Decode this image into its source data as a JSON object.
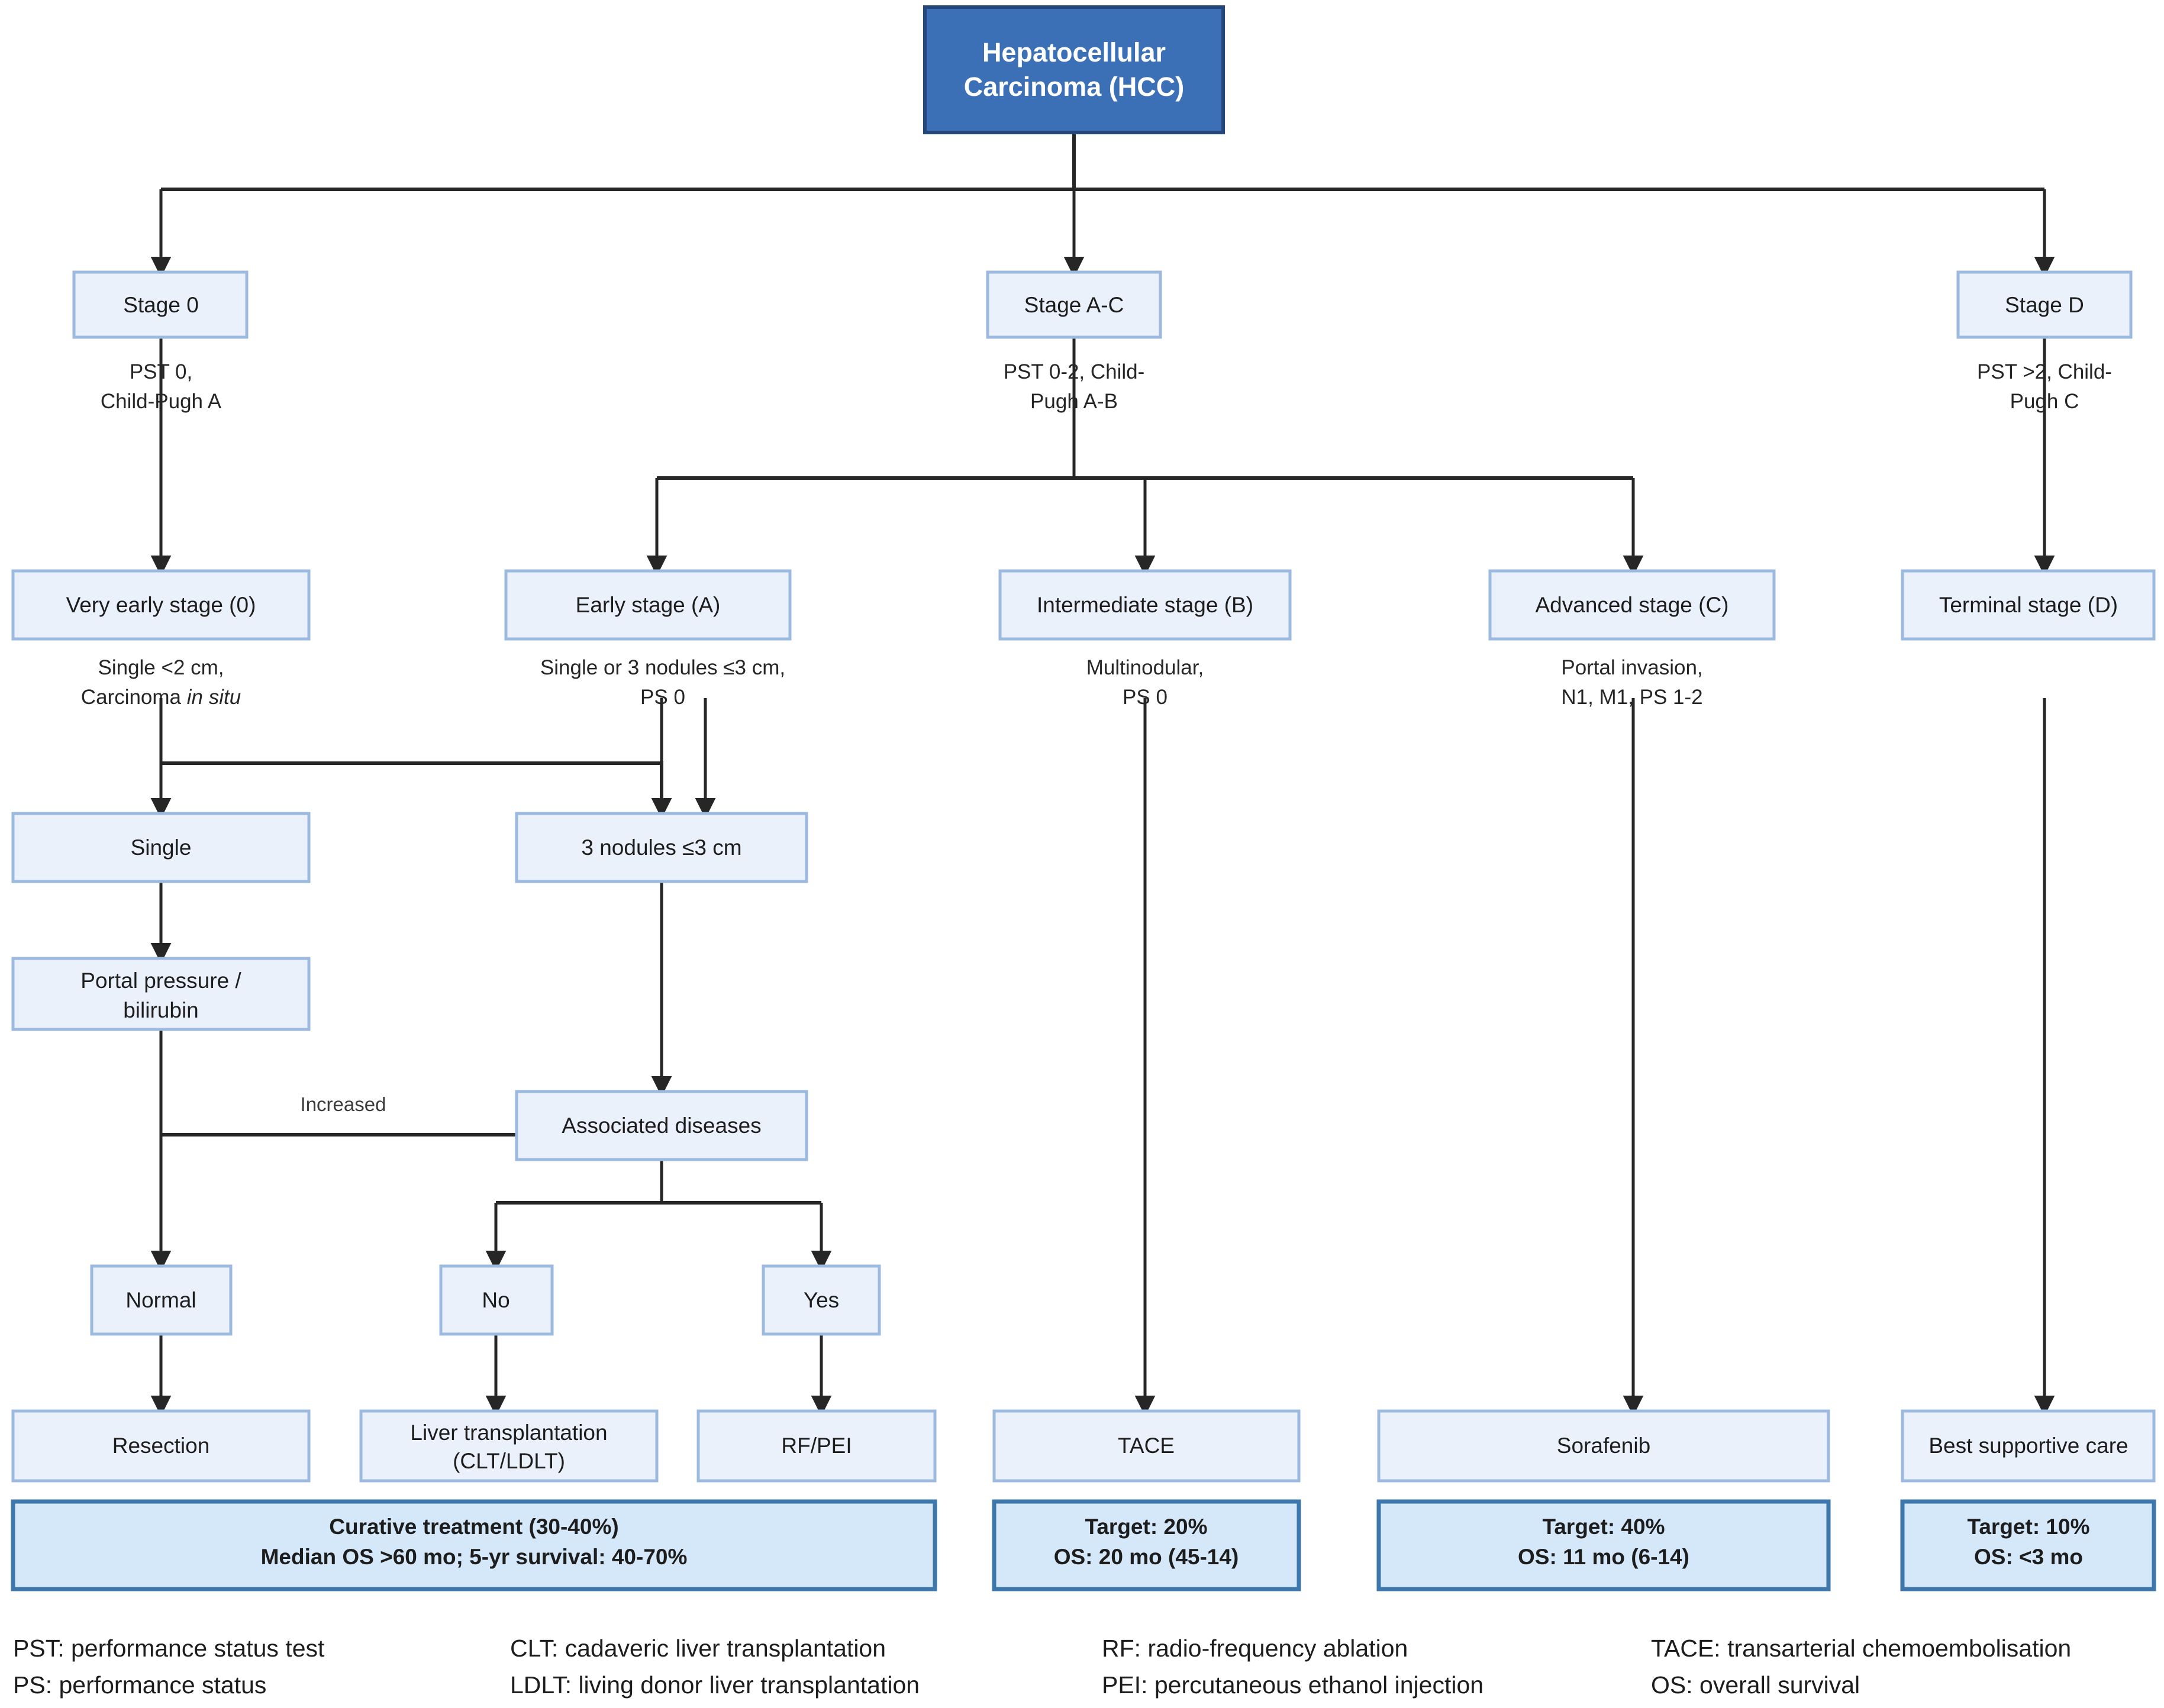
{
  "diagram": {
    "title": "Hepatocellular Carcinoma (HCC) staging and treatment flowchart",
    "colors": {
      "root_fill": "#3b6fb6",
      "root_border": "#25477a",
      "node_fill": "#eaf1fb",
      "node_border": "#9cb9e0",
      "summary_fill": "#d4e8fa",
      "summary_border": "#3d77ab",
      "connector": "#262626",
      "text": "#1d1d1d"
    }
  },
  "root": {
    "line1": "Hepatocellular",
    "line2": "Carcinoma (HCC)"
  },
  "stage_row": [
    {
      "label": "Stage 0",
      "caption_line1": "PST 0,",
      "caption_line2": "Child-Pugh A"
    },
    {
      "label": "Stage A-C",
      "caption_line1": "PST 0-2, Child-",
      "caption_line2": "Pugh A-B"
    },
    {
      "label": "Stage D",
      "caption_line1": "PST >2, Child-",
      "caption_line2": "Pugh C"
    }
  ],
  "substage_row": [
    {
      "label": "Very early stage (0)",
      "caption_line1": "Single <2 cm,",
      "caption_line2_pre": "Carcinoma ",
      "caption_line2_italic": "in situ",
      "caption_line2_post": ""
    },
    {
      "label": "Early stage (A)",
      "caption_line1": "Single or 3 nodules ≤3 cm,",
      "caption_line2_pre": "PS 0",
      "caption_line2_italic": "",
      "caption_line2_post": ""
    },
    {
      "label": "Intermediate stage (B)",
      "caption_line1": "Multinodular,",
      "caption_line2_pre": "PS 0",
      "caption_line2_italic": "",
      "caption_line2_post": ""
    },
    {
      "label": "Advanced stage (C)",
      "caption_line1": "Portal invasion,",
      "caption_line2_pre": "N1, M1, PS 1-2",
      "caption_line2_italic": "",
      "caption_line2_post": ""
    },
    {
      "label": "Terminal stage (D)",
      "caption_line1": "",
      "caption_line2_pre": "",
      "caption_line2_italic": "",
      "caption_line2_post": ""
    }
  ],
  "decision_nodes": {
    "single": "Single",
    "three_nodules": "3 nodules ≤3 cm",
    "portal_pressure": {
      "line1": "Portal pressure /",
      "line2": "bilirubin"
    },
    "associated_diseases": "Associated diseases",
    "normal": "Normal",
    "no": "No",
    "yes": "Yes"
  },
  "edge_labels": {
    "increased": "Increased"
  },
  "treatments": [
    {
      "name": "resection",
      "line1": "Resection",
      "line2": ""
    },
    {
      "name": "liver-transplantation",
      "line1": "Liver transplantation",
      "line2": "(CLT/LDLT)"
    },
    {
      "name": "rf-pei",
      "line1": "RF/PEI",
      "line2": ""
    },
    {
      "name": "tace",
      "line1": "TACE",
      "line2": ""
    },
    {
      "name": "sorafenib",
      "line1": "Sorafenib",
      "line2": ""
    },
    {
      "name": "best-supportive-care",
      "line1": "Best supportive care",
      "line2": ""
    }
  ],
  "summaries": [
    {
      "name": "curative",
      "line1": "Curative treatment (30-40%)",
      "line2": "Median OS >60 mo; 5-yr survival: 40-70%"
    },
    {
      "name": "tace",
      "line1": "Target: 20%",
      "line2": "OS: 20 mo (45-14)"
    },
    {
      "name": "sorafenib",
      "line1": "Target: 40%",
      "line2": "OS: 11 mo (6-14)"
    },
    {
      "name": "terminal",
      "line1": "Target: 10%",
      "line2": "OS: <3 mo"
    }
  ],
  "legend": [
    {
      "line1": "PST: performance status test",
      "line2": "PS: performance status"
    },
    {
      "line1": "CLT: cadaveric liver transplantation",
      "line2": "LDLT: living donor liver transplantation"
    },
    {
      "line1": "RF: radio-frequency ablation",
      "line2": "PEI: percutaneous ethanol injection"
    },
    {
      "line1": "TACE: transarterial chemoembolisation",
      "line2": "OS: overall survival"
    }
  ]
}
